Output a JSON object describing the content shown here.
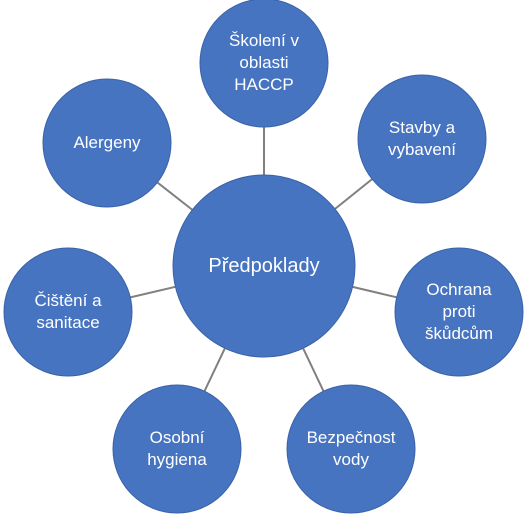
{
  "diagram": {
    "colors": {
      "node_fill": "#4674C1",
      "node_stroke": "#3A63A8",
      "connector": "#808080",
      "text": "#FFFFFF"
    },
    "center": {
      "label": "Předpoklady"
    },
    "nodes": [
      {
        "id": "skoleni-haccp",
        "label": "Školení v\noblasti\nHACCP"
      },
      {
        "id": "stavby-vybaveni",
        "label": "Stavby a\nvybavení"
      },
      {
        "id": "ochrana-skudcum",
        "label": "Ochrana\nproti\nškůdcům"
      },
      {
        "id": "bezpecnost-vody",
        "label": "Bezpečnost\nvody"
      },
      {
        "id": "osobni-hygiena",
        "label": "Osobní\nhygiena"
      },
      {
        "id": "cisteni-sanitace",
        "label": "Čištění a\nsanitace"
      },
      {
        "id": "alergeny",
        "label": "Alergeny"
      }
    ]
  }
}
